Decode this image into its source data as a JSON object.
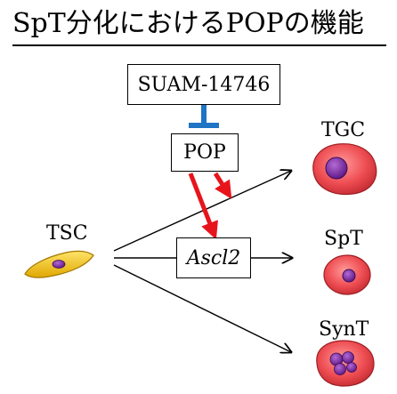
{
  "title": "SpT分化におけるPOPの機能",
  "nodes": {
    "inhibitor": "SUAM-14746",
    "pop": "POP",
    "gene": "Ascl2"
  },
  "cells": {
    "tsc": "TSC",
    "tgc": "TGC",
    "spt": "SpT",
    "synt": "SynT"
  },
  "colors": {
    "inhibition": "#1f74c4",
    "activation": "#e8141c",
    "cell_body": "#e8484f",
    "nucleus": "#6a1f8f",
    "tsc_body": "#f2c417"
  }
}
